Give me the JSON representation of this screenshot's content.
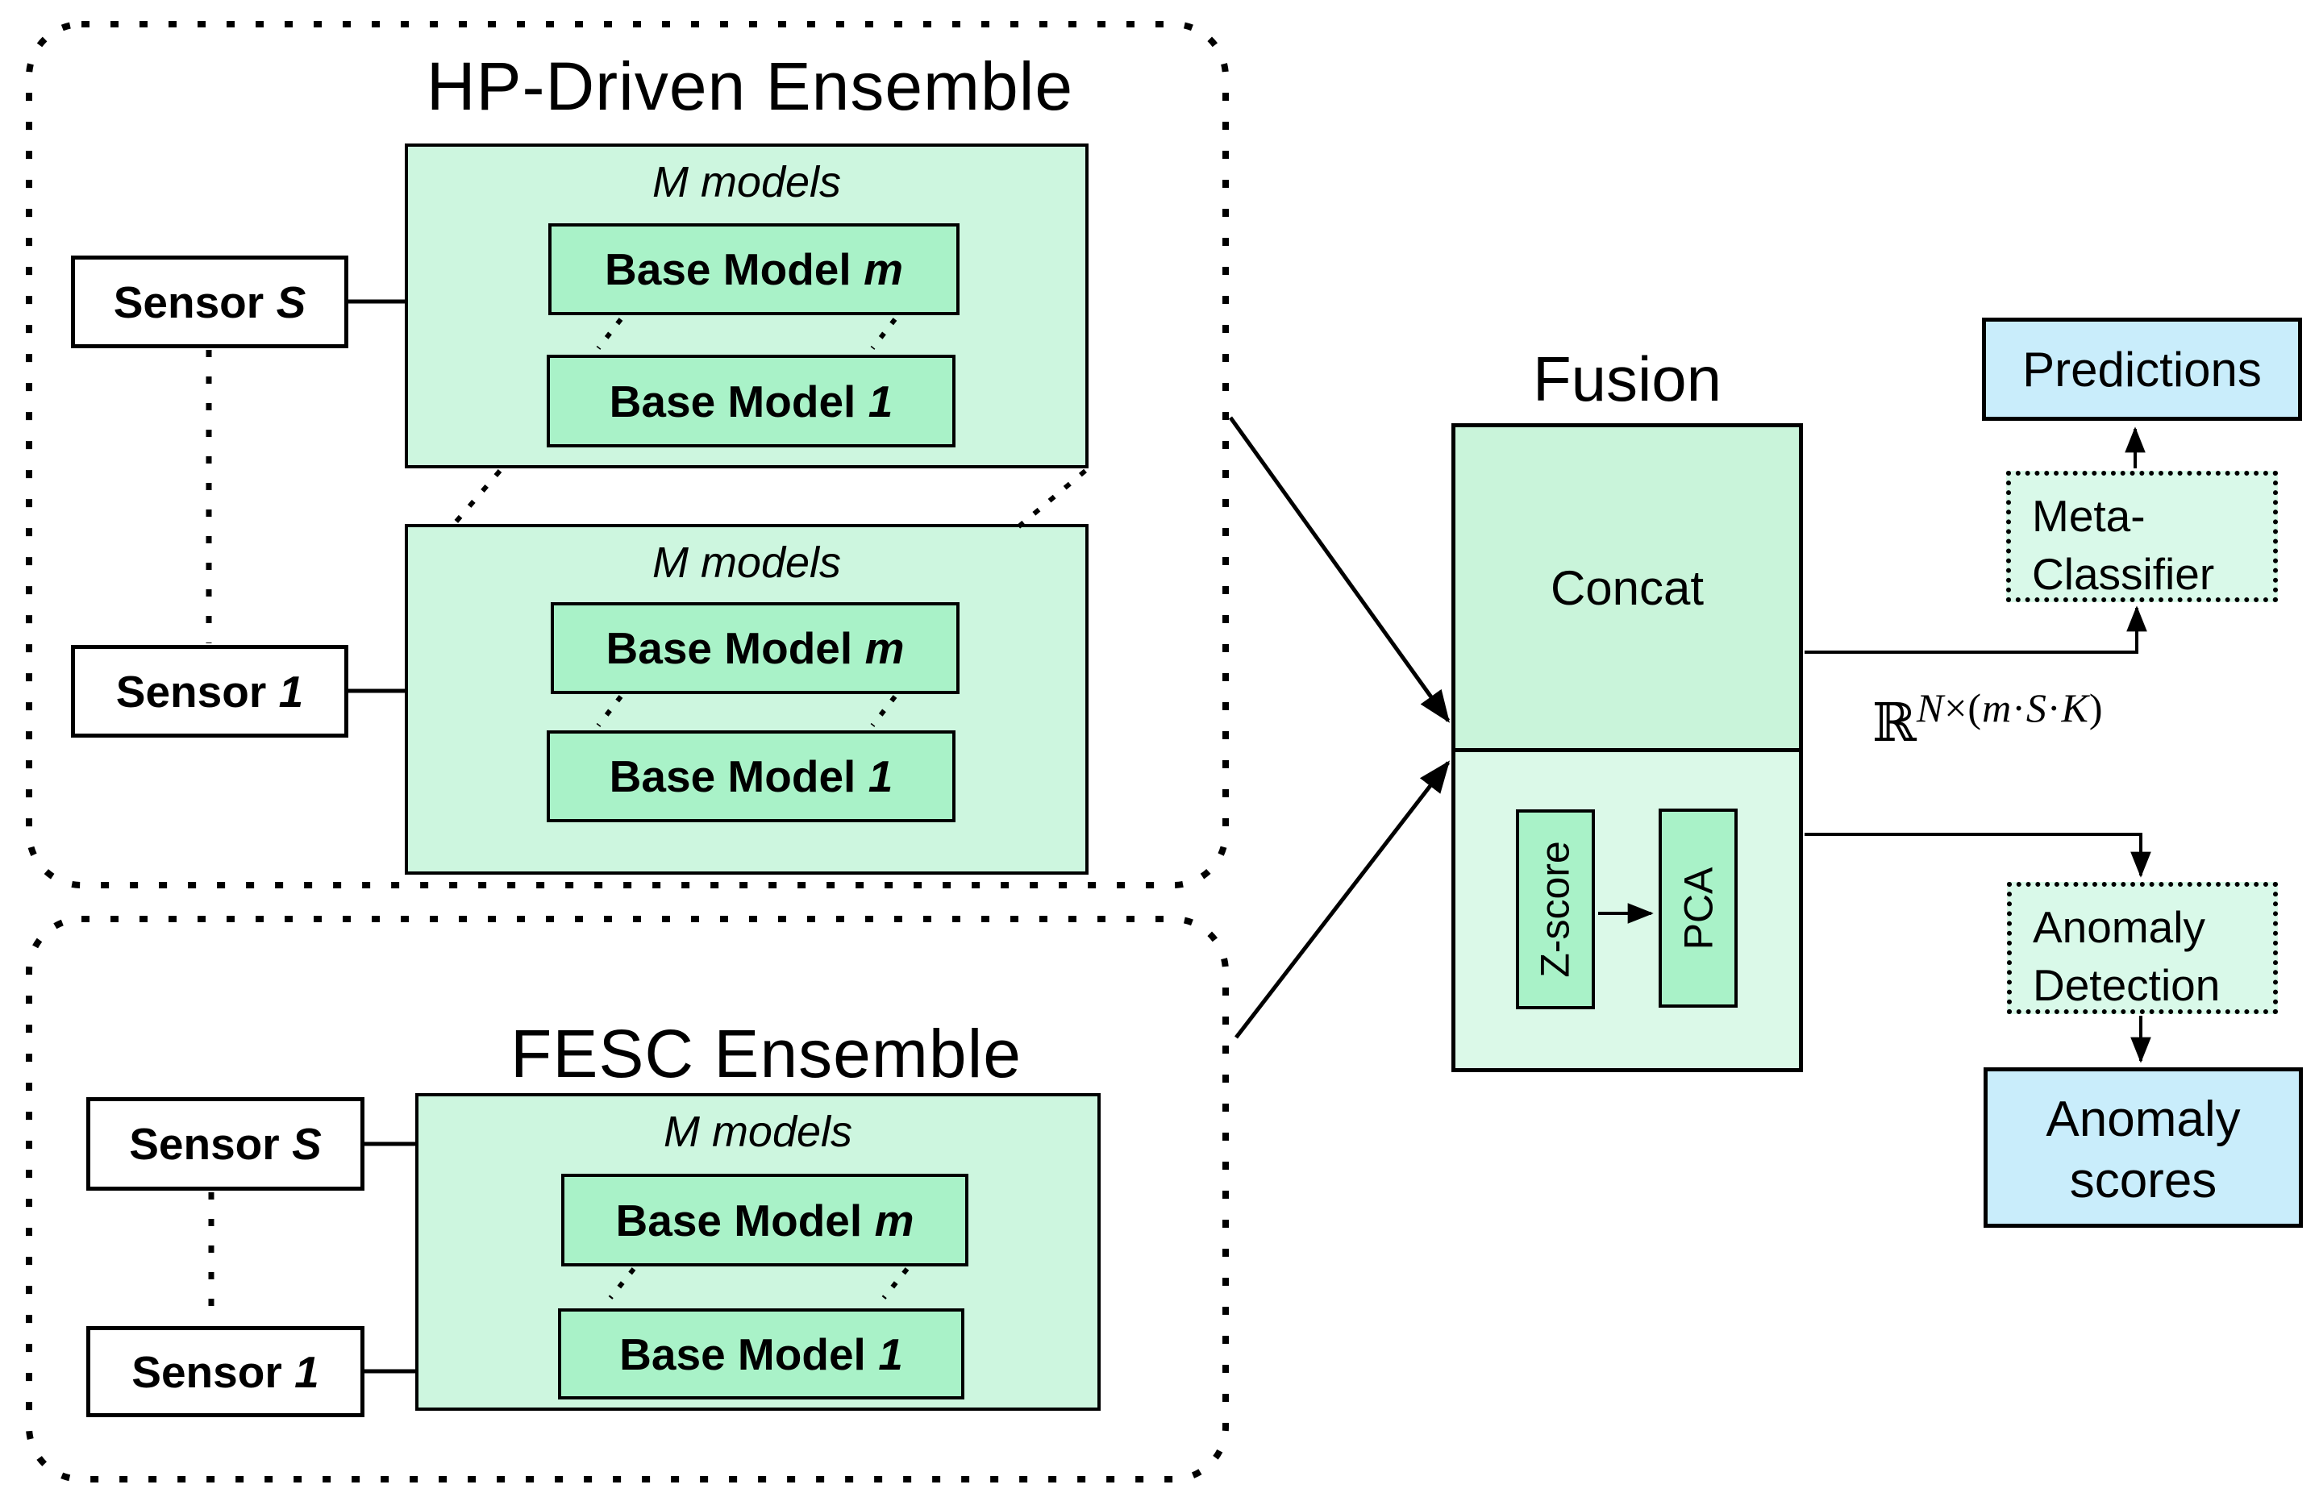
{
  "colors": {
    "mid_green": "#cdf6df",
    "inner_green": "#a9f2c8",
    "fusion_top": "#c9f4da",
    "fusion_bottom": "#dbf9e8",
    "pale_green": "#d9f9e9",
    "light_blue": "#c9edfb",
    "line": "#000000"
  },
  "hp_ensemble": {
    "title": "HP-Driven Ensemble",
    "sensors": {
      "top": {
        "label": "Sensor",
        "index": "S"
      },
      "bottom": {
        "label": "Sensor",
        "index": "1"
      }
    },
    "groups": {
      "top": {
        "title": "M models",
        "models": {
          "top": {
            "label": "Base Model",
            "index": "m"
          },
          "bottom": {
            "label": "Base Model",
            "index": "1"
          }
        }
      },
      "bottom": {
        "title": "M models",
        "models": {
          "top": {
            "label": "Base Model",
            "index": "m"
          },
          "bottom": {
            "label": "Base Model",
            "index": "1"
          }
        }
      }
    }
  },
  "fesc_ensemble": {
    "title": "FESC Ensemble",
    "sensors": {
      "top": {
        "label": "Sensor",
        "index": "S"
      },
      "bottom": {
        "label": "Sensor",
        "index": "1"
      }
    },
    "group": {
      "title": "M models",
      "models": {
        "top": {
          "label": "Base Model",
          "index": "m"
        },
        "bottom": {
          "label": "Base Model",
          "index": "1"
        }
      }
    }
  },
  "fusion": {
    "title": "Fusion",
    "concat": "Concat",
    "zscore": "Z-score",
    "pca": "PCA"
  },
  "right_panel": {
    "predictions": "Predictions",
    "meta_classifier": {
      "line1": "Meta-",
      "line2": "Classifier"
    },
    "feature_space": {
      "base": "ℝ",
      "sup": {
        "n": "N",
        "t1": "×(",
        "m": "m",
        "d1": "·",
        "s": "S",
        "d2": "·",
        "k": "K",
        "t2": ")"
      }
    },
    "anomaly_detection": {
      "line1": "Anomaly",
      "line2": "Detection"
    },
    "anomaly_scores": {
      "line1": "Anomaly",
      "line2": "scores"
    }
  }
}
